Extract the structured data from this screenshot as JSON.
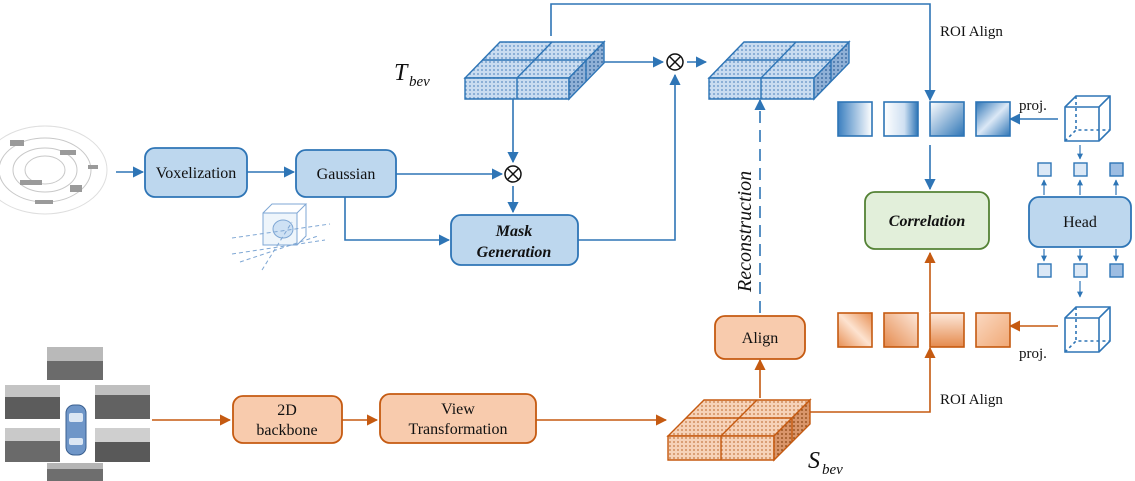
{
  "labels": {
    "voxelization": "Voxelization",
    "gaussian": "Gaussian",
    "mask_generation": [
      "Mask",
      "Generation"
    ],
    "correlation": "Correlation",
    "head": "Head",
    "align": "Align",
    "backbone": [
      "2D",
      "backbone"
    ],
    "view_transformation": [
      "View",
      "Transformation"
    ],
    "roi_align_top": "ROI Align",
    "roi_align_bottom": "ROI Align",
    "proj_top": "proj.",
    "proj_bottom": "proj.",
    "reconstruction": "Reconstruction",
    "t_bev": {
      "main": "T",
      "sub": "bev"
    },
    "s_bev": {
      "main": "S",
      "sub": "bev"
    }
  },
  "colors": {
    "blue_stroke": "#2e75b6",
    "blue_fill": "#bdd7ee",
    "orange_stroke": "#c55a11",
    "orange_fill": "#f8cbad",
    "green_fill": "#e2efda",
    "green_stroke": "#548235"
  }
}
